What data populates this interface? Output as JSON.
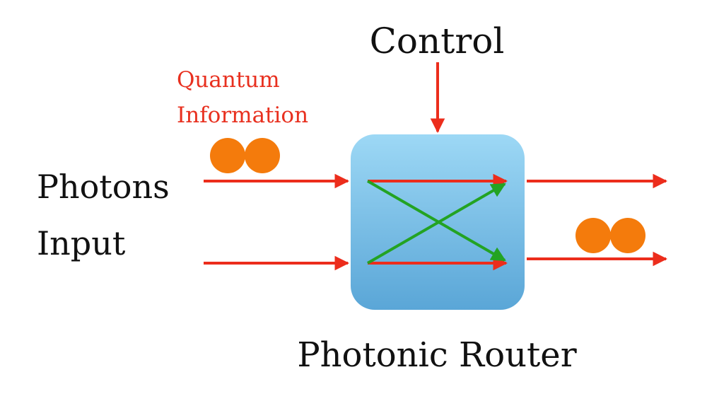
{
  "labels": {
    "control": "Control",
    "quantum_line1": "Quantum",
    "quantum_line2": "Information",
    "photons_line1": "Photons",
    "photons_line2": "Input",
    "router": "Photonic Router"
  },
  "colors": {
    "arrow": "#ec2d1c",
    "crossing": "#23a323",
    "photon": "#f47b0c",
    "quantum_text": "#e8301f",
    "text": "#111111",
    "router_top": "#9bd6f4",
    "router_bottom": "#5ba7d8"
  }
}
